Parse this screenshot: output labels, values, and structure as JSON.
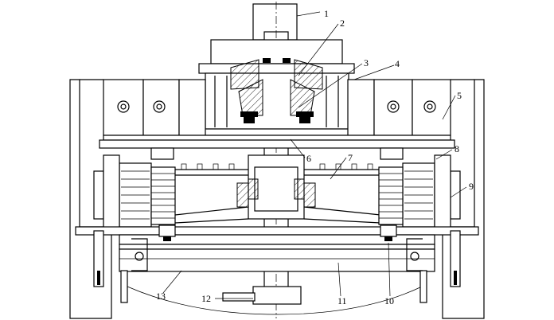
{
  "callouts": [
    {
      "id": "1",
      "text": "1"
    },
    {
      "id": "2",
      "text": "2"
    },
    {
      "id": "3",
      "text": "3"
    },
    {
      "id": "4",
      "text": "4"
    },
    {
      "id": "5",
      "text": "5"
    },
    {
      "id": "6",
      "text": "6"
    },
    {
      "id": "7",
      "text": "7"
    },
    {
      "id": "8",
      "text": "8"
    },
    {
      "id": "9",
      "text": "9"
    },
    {
      "id": "10",
      "text": "10"
    },
    {
      "id": "11",
      "text": "11"
    },
    {
      "id": "12",
      "text": "12"
    },
    {
      "id": "13",
      "text": "13"
    }
  ],
  "colors": {
    "ink": "#000000",
    "paper": "#ffffff"
  }
}
